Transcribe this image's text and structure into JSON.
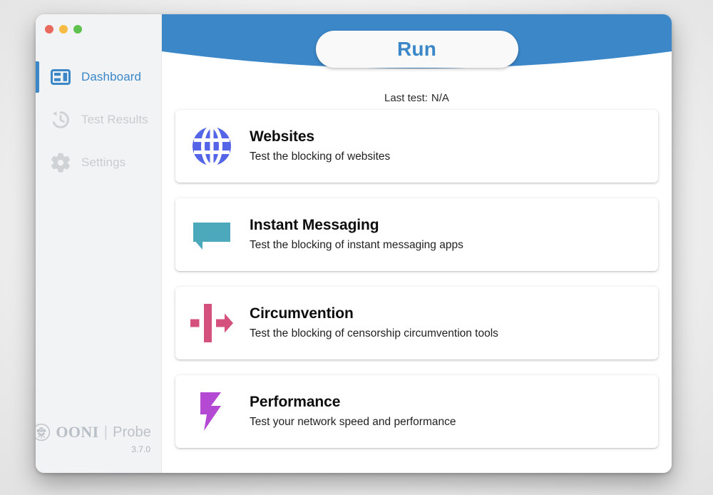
{
  "window": {
    "traffic_lights": [
      {
        "name": "close",
        "color": "#e8695e"
      },
      {
        "name": "minimize",
        "color": "#f5bb44"
      },
      {
        "name": "maximize",
        "color": "#5fc14e"
      }
    ]
  },
  "sidebar": {
    "items": [
      {
        "label": "Dashboard",
        "icon": "dashboard-icon",
        "active": true
      },
      {
        "label": "Test Results",
        "icon": "history-clock-icon",
        "active": false
      },
      {
        "label": "Settings",
        "icon": "gear-icon",
        "active": false
      }
    ],
    "brand": {
      "mark": "ooni-octopus-icon",
      "name": "OONI",
      "separator": "|",
      "product": "Probe",
      "version": "3.7.0"
    }
  },
  "header": {
    "band_color": "#3b87c8",
    "run_label": "Run",
    "run_color": "#3b87c8",
    "last_test_label": "Last test:",
    "last_test_value": "N/A"
  },
  "cards": [
    {
      "title": "Websites",
      "desc": "Test the blocking of websites",
      "icon": "globe-icon",
      "color": "#5465e8"
    },
    {
      "title": "Instant Messaging",
      "desc": "Test the blocking of instant messaging apps",
      "icon": "chat-bubble-icon",
      "color": "#4ca8bb"
    },
    {
      "title": "Circumvention",
      "desc": "Test the blocking of censorship circumvention tools",
      "icon": "circumvention-arrow-icon",
      "color": "#d4517e"
    },
    {
      "title": "Performance",
      "desc": "Test your network speed and performance",
      "icon": "lightning-bolt-icon",
      "color": "#b44ad4"
    }
  ]
}
